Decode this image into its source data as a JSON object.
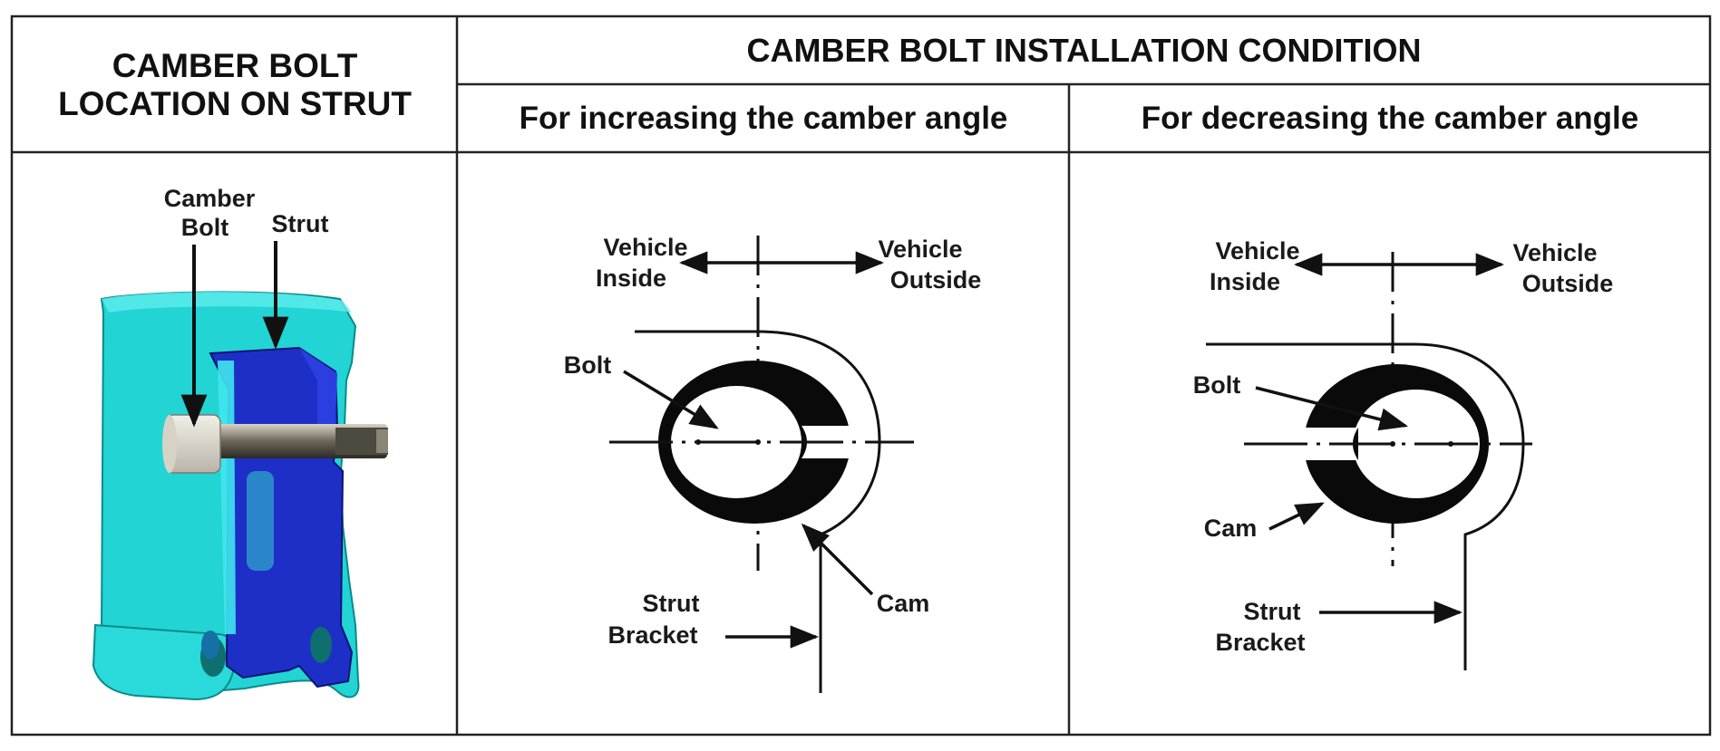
{
  "table": {
    "col1_header_line1": "CAMBER BOLT",
    "col1_header_line2": "LOCATION ON STRUT",
    "group_header": "CAMBER BOLT INSTALLATION CONDITION",
    "col2_header": "For increasing the camber angle",
    "col3_header": "For decreasing the camber angle"
  },
  "strut": {
    "camber_bolt_line1": "Camber",
    "camber_bolt_line2": "Bolt",
    "strut_label": "Strut"
  },
  "increase": {
    "vehicle_inside_1": "Vehicle",
    "vehicle_inside_2": "Inside",
    "vehicle_outside_1": "Vehicle",
    "vehicle_outside_2": "Outside",
    "bolt": "Bolt",
    "cam": "Cam",
    "strut_bracket_1": "Strut",
    "strut_bracket_2": "Bracket"
  },
  "decrease": {
    "vehicle_inside_1": "Vehicle",
    "vehicle_inside_2": "Inside",
    "vehicle_outside_1": "Vehicle",
    "vehicle_outside_2": "Outside",
    "bolt": "Bolt",
    "cam": "Cam",
    "strut_bracket_1": "Strut",
    "strut_bracket_2": "Bracket"
  },
  "colors": {
    "strut_body": "#22d4d4",
    "strut_bracket": "#1e2fc8",
    "cam_black": "#0a0a0a"
  }
}
